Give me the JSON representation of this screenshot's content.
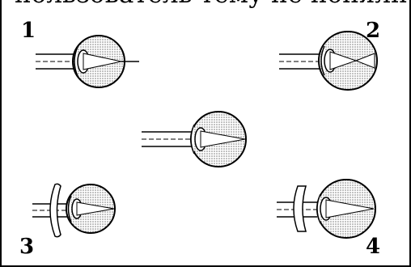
{
  "header_fragment": "пользователь тему не поняли",
  "labels": {
    "n1": "1",
    "n2": "2",
    "n3": "3",
    "n4": "4"
  },
  "colors": {
    "ink": "#000000",
    "eyeball_fill": "#c8c8c8",
    "background": "#ffffff"
  }
}
